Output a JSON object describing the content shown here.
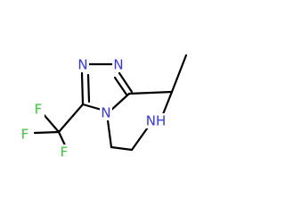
{
  "molecule": {
    "colors": {
      "background": "#ffffff",
      "bond": "#000000",
      "nitrogen": "#3333ff",
      "fluorine": "#33cc33"
    },
    "atoms": {
      "n_top_left": {
        "symbol": "N",
        "element": "nitrogen"
      },
      "n_top_right": {
        "symbol": "N",
        "element": "nitrogen"
      },
      "n_ring_fusion": {
        "symbol": "N",
        "element": "nitrogen"
      },
      "nh_amine": {
        "symbol": "NH",
        "element": "nitrogen"
      },
      "f_top": {
        "symbol": "F",
        "element": "fluorine"
      },
      "f_left": {
        "symbol": "F",
        "element": "fluorine"
      },
      "f_bottom": {
        "symbol": "F",
        "element": "fluorine"
      }
    }
  }
}
